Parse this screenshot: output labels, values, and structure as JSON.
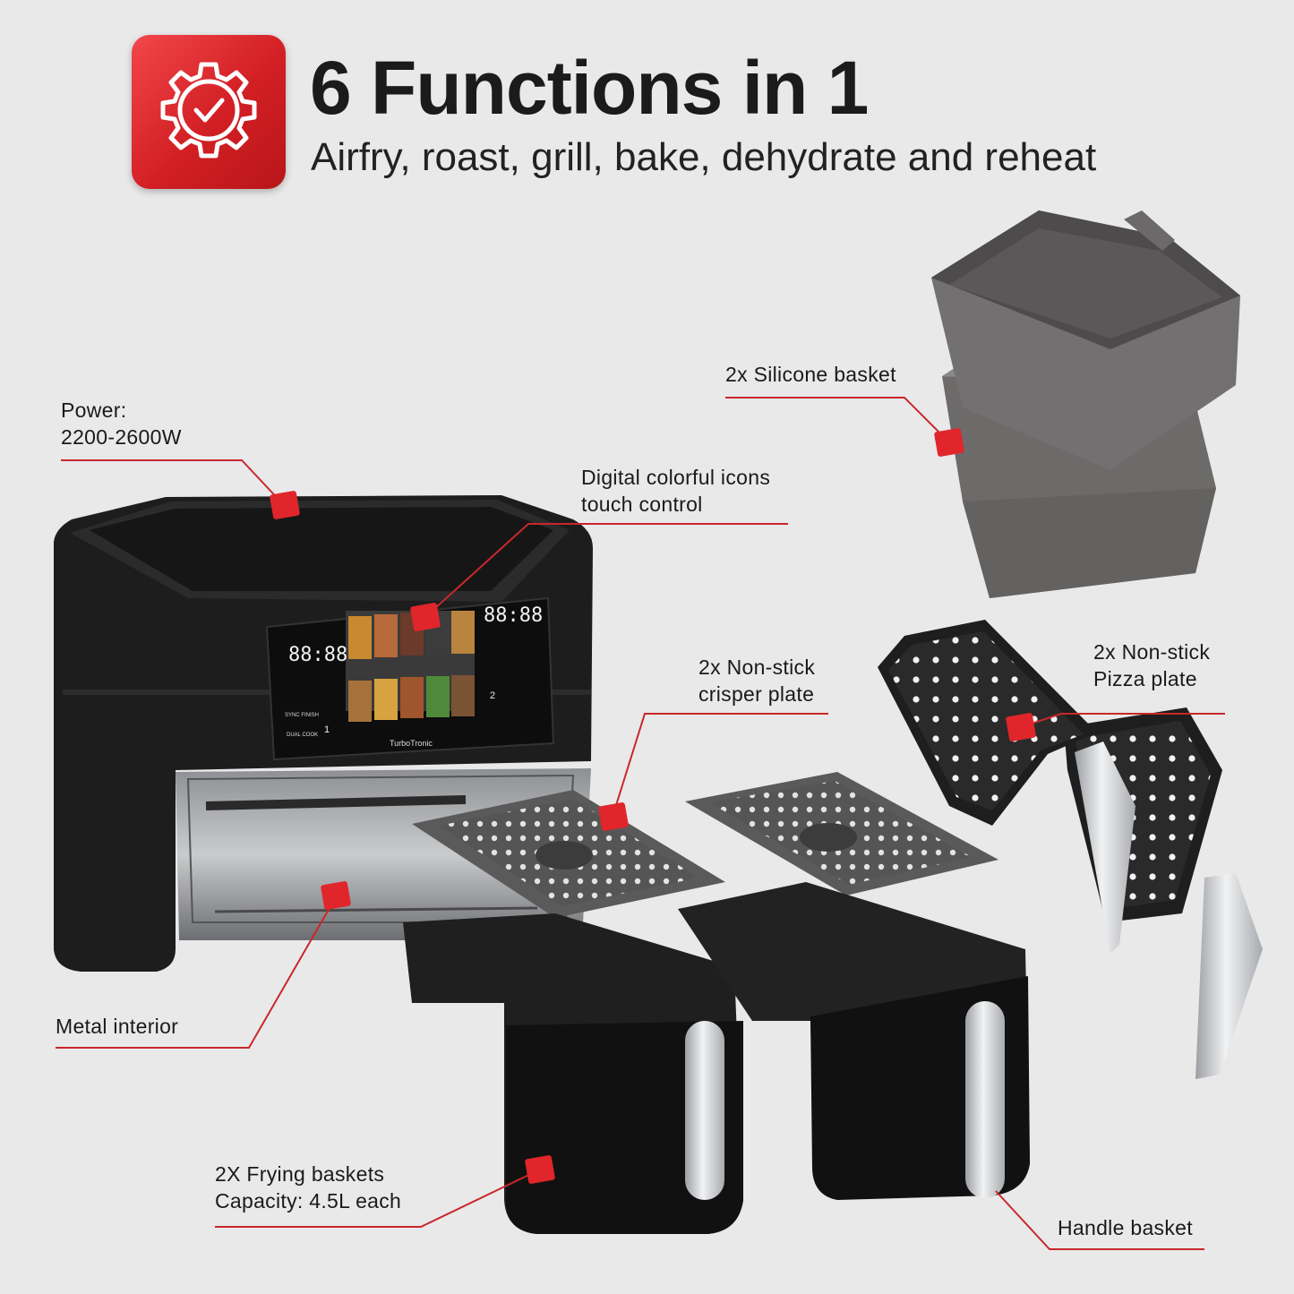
{
  "header": {
    "title": "6 Functions in 1",
    "subtitle": "Airfry, roast, grill, bake, dehydrate and reheat",
    "icon": "gear-check-icon"
  },
  "callouts": {
    "power_line1": "Power:",
    "power_line2": "2200-2600W",
    "digital_line1": "Digital colorful icons",
    "digital_line2": "touch control",
    "silicone": "2x Silicone basket",
    "crisper_line1": "2x Non-stick",
    "crisper_line2": "crisper plate",
    "pizza_line1": "2x Non-stick",
    "pizza_line2": "Pizza plate",
    "metal": "Metal interior",
    "baskets_line1": "2X Frying baskets",
    "baskets_line2": "Capacity:  4.5L each",
    "handle": "Handle basket"
  },
  "control_panel": {
    "display_left": "88:88",
    "display_right": "88:88",
    "zone_1": "1",
    "zone_2": "2",
    "sync_finish": "SYNC FINISH",
    "dual_cook": "DUAL COOK",
    "brand": "TurboTronic"
  },
  "colors": {
    "accent": "#e0262b",
    "background": "#e9e9ea",
    "appliance": "#1e1e1e",
    "silicone": "#6f6d6c"
  }
}
